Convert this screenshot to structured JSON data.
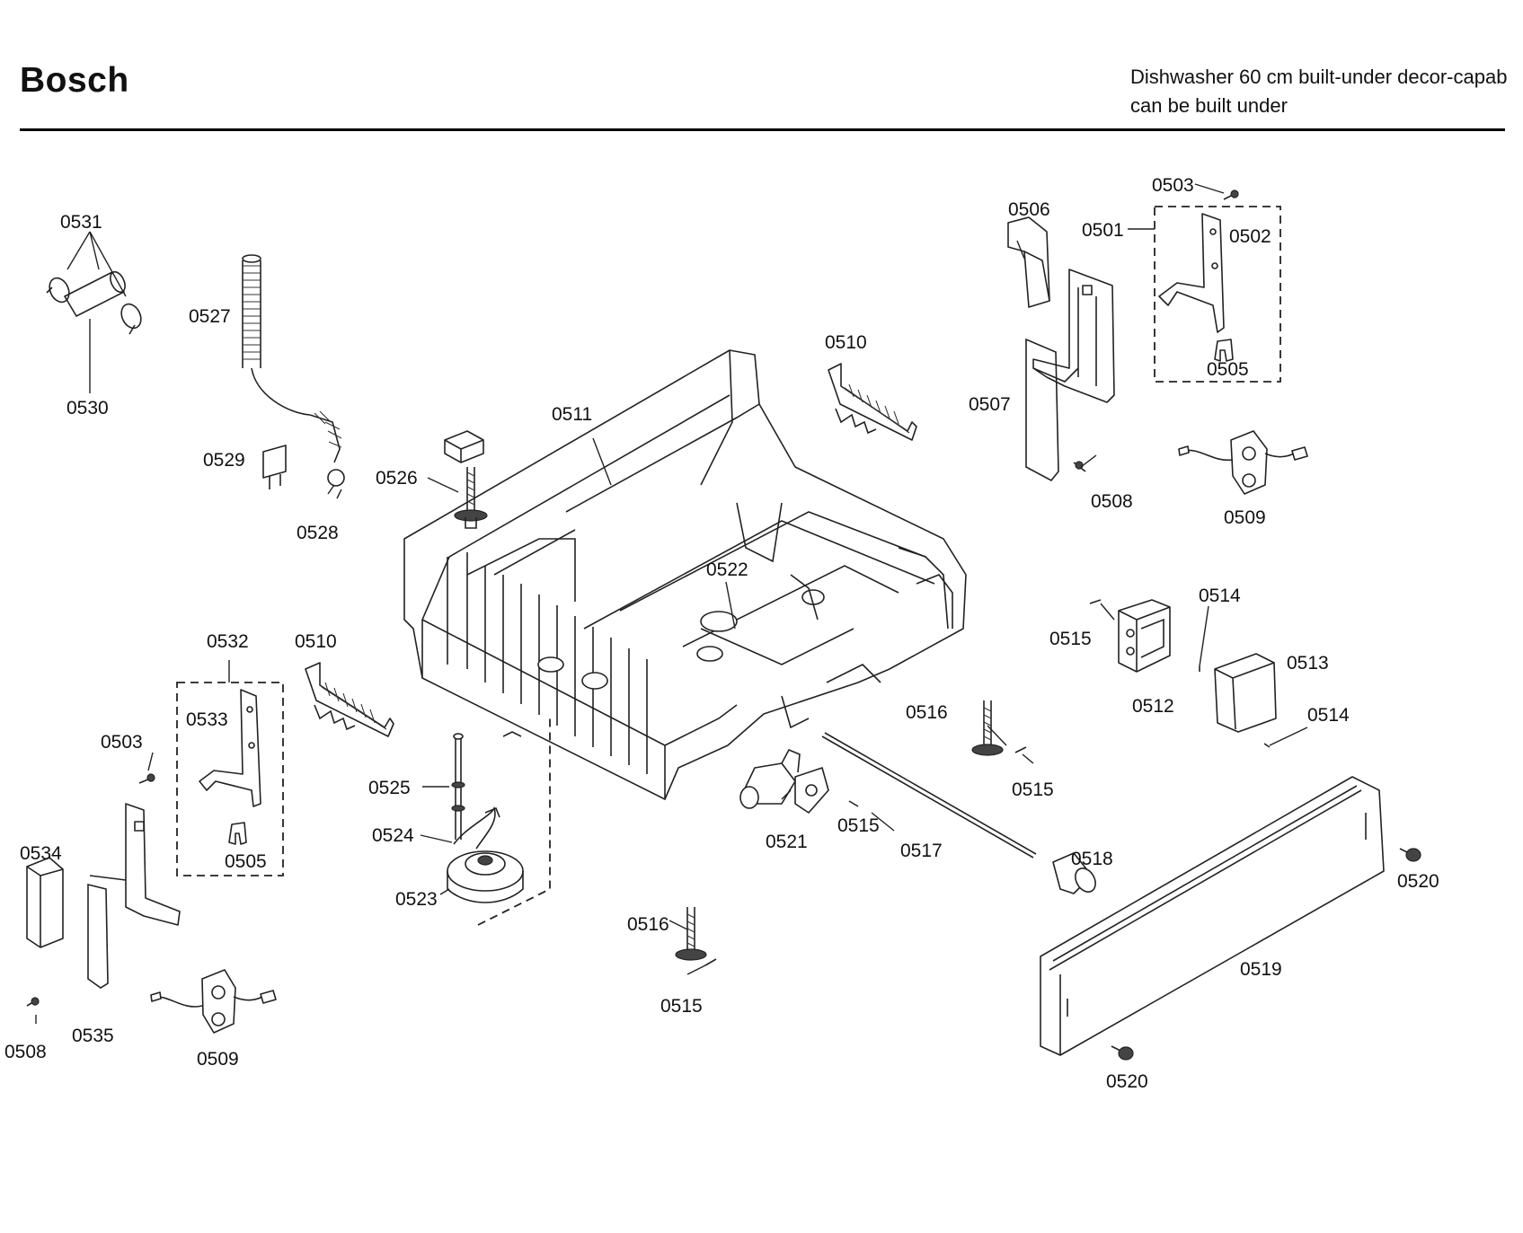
{
  "header": {
    "brand": "Bosch",
    "title_line1": "Dishwasher 60 cm built-under decor-capab",
    "title_line2": "can be built under"
  },
  "part_labels": {
    "l0501": "0501",
    "l0502": "0502",
    "l0503a": "0503",
    "l0503b": "0503",
    "l0505a": "0505",
    "l0505b": "0505",
    "l0506": "0506",
    "l0507": "0507",
    "l0508a": "0508",
    "l0508b": "0508",
    "l0509a": "0509",
    "l0509b": "0509",
    "l0510a": "0510",
    "l0510b": "0510",
    "l0511": "0511",
    "l0512": "0512",
    "l0513": "0513",
    "l0514a": "0514",
    "l0514b": "0514",
    "l0515a": "0515",
    "l0515b": "0515",
    "l0515c": "0515",
    "l0515d": "0515",
    "l0516a": "0516",
    "l0516b": "0516",
    "l0517": "0517",
    "l0518": "0518",
    "l0519": "0519",
    "l0520a": "0520",
    "l0520b": "0520",
    "l0521": "0521",
    "l0522": "0522",
    "l0523": "0523",
    "l0524": "0524",
    "l0525": "0525",
    "l0526": "0526",
    "l0527": "0527",
    "l0528": "0528",
    "l0529": "0529",
    "l0530": "0530",
    "l0531": "0531",
    "l0532": "0532",
    "l0533": "0533",
    "l0534": "0534",
    "l0535": "0535"
  }
}
